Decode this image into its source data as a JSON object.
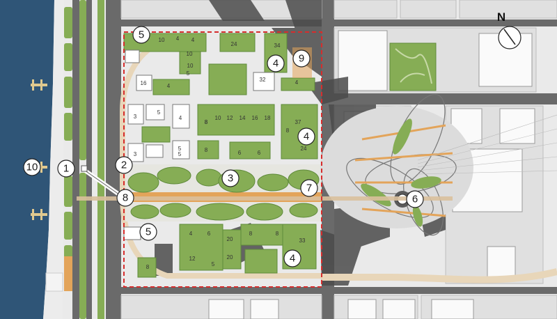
{
  "north_label": "N",
  "colors": {
    "water": "#2f5577",
    "road": "#6a6a6a",
    "block": "#dadada",
    "green": "#86ad55",
    "path": "#e8d6b9",
    "orange": "#e3a45a",
    "boundary": "#d62d2d",
    "shadow": "#4b4b4b"
  },
  "callouts": [
    "5",
    "4",
    "9",
    "4",
    "2",
    "10",
    "1",
    "3",
    "7",
    "8",
    "6",
    "5",
    "4"
  ],
  "building_labels": [
    "10",
    "4",
    "4",
    "24",
    "34",
    "10",
    "10",
    "4",
    "16",
    "32",
    "5",
    "4",
    "5",
    "4",
    "8",
    "10",
    "12",
    "14",
    "16",
    "18",
    "37",
    "8",
    "24",
    "3",
    "5",
    "3",
    "5",
    "8",
    "8",
    "6",
    "6",
    "4",
    "6",
    "20",
    "8",
    "8",
    "33",
    "12",
    "5",
    "20",
    "8"
  ]
}
